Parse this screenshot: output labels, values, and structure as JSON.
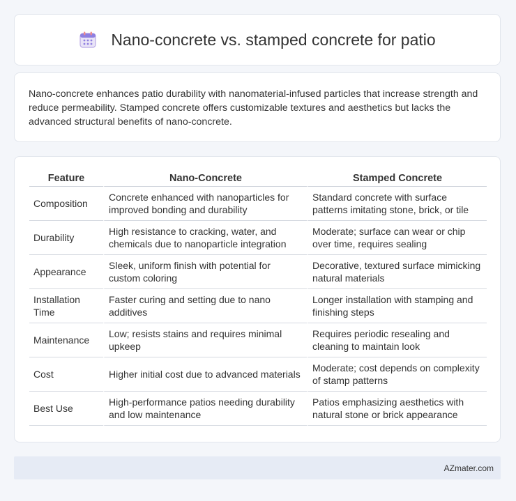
{
  "header": {
    "title": "Nano-concrete vs. stamped concrete for patio",
    "icon": "calendar-icon"
  },
  "summary": {
    "text": "Nano-concrete enhances patio durability with nanomaterial-infused particles that increase strength and reduce permeability. Stamped concrete offers customizable textures and aesthetics but lacks the advanced structural benefits of nano-concrete."
  },
  "table": {
    "headers": [
      "Feature",
      "Nano-Concrete",
      "Stamped Concrete"
    ],
    "rows": [
      [
        "Composition",
        "Concrete enhanced with nanoparticles for improved bonding and durability",
        "Standard concrete with surface patterns imitating stone, brick, or tile"
      ],
      [
        "Durability",
        "High resistance to cracking, water, and chemicals due to nanoparticle integration",
        "Moderate; surface can wear or chip over time, requires sealing"
      ],
      [
        "Appearance",
        "Sleek, uniform finish with potential for custom coloring",
        "Decorative, textured surface mimicking natural materials"
      ],
      [
        "Installation Time",
        "Faster curing and setting due to nano additives",
        "Longer installation with stamping and finishing steps"
      ],
      [
        "Maintenance",
        "Low; resists stains and requires minimal upkeep",
        "Requires periodic resealing and cleaning to maintain look"
      ],
      [
        "Cost",
        "Higher initial cost due to advanced materials",
        "Moderate; cost depends on complexity of stamp patterns"
      ],
      [
        "Best Use",
        "High-performance patios needing durability and low maintenance",
        "Patios emphasizing aesthetics with natural stone or brick appearance"
      ]
    ]
  },
  "footer": {
    "brand": "AZmater.com"
  }
}
